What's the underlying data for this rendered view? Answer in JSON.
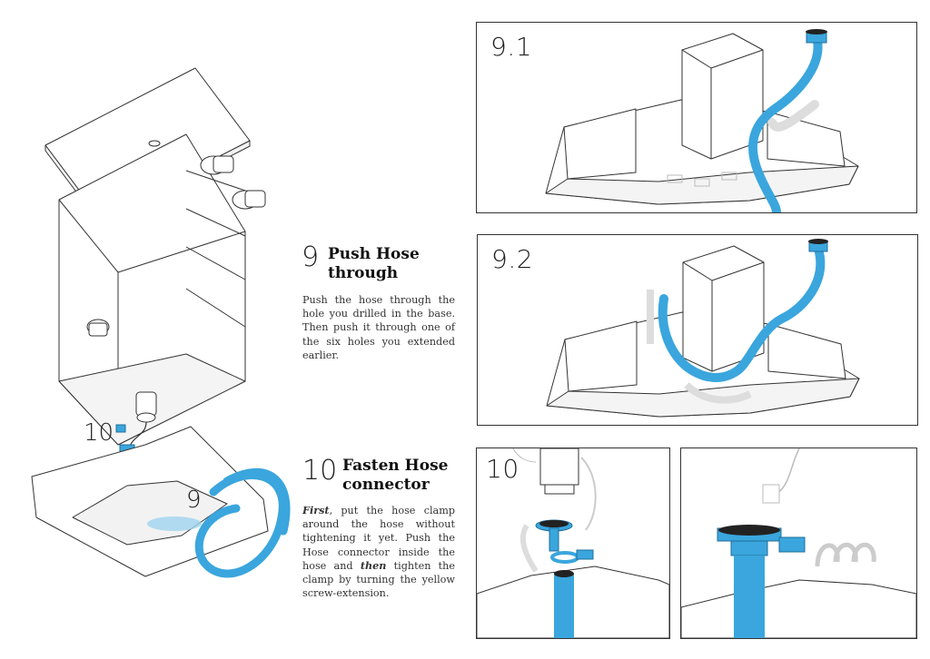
{
  "colors": {
    "hose_blue": "#3aa6dd",
    "hose_blue_dark": "#1f6f9a",
    "line": "#333333",
    "panel_border": "#333333"
  },
  "overview": {
    "callout_hose": "9",
    "callout_connector": "10"
  },
  "steps": [
    {
      "number": "9",
      "title_line1": "Push Hose",
      "title_line2": "through",
      "body": "Push the hose through the hole you drilled in the base. Then push it through one of the six holes you extended earlier."
    },
    {
      "number": "10",
      "title_line1": "Fasten Hose",
      "title_line2": "connector",
      "body_first": "First",
      "body_part1": ", put the hose clamp around the hose without tightening it yet. Push the Hose connector inside the hose and ",
      "body_then": "then",
      "body_part2": " tighten the clamp by turning the yellow screw-extension."
    }
  ],
  "panels": {
    "p91": {
      "label": "9.1"
    },
    "p92": {
      "label": "9.2"
    },
    "p10a": {
      "label": "10"
    },
    "p10b": {
      "label": ""
    }
  }
}
